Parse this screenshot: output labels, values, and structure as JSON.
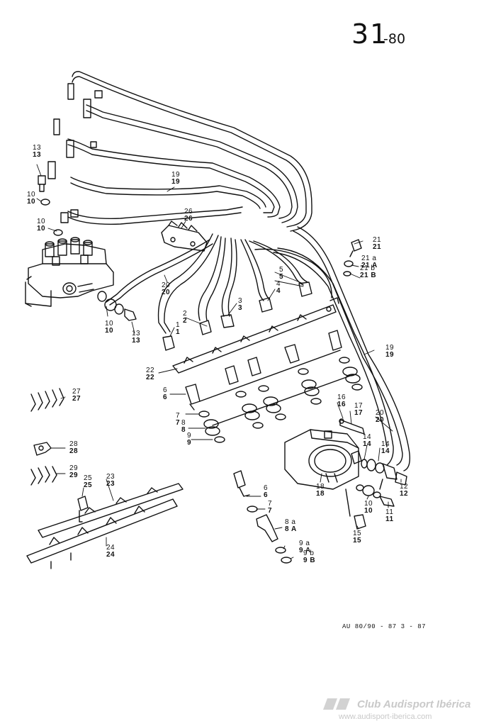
{
  "page": {
    "number": "31",
    "suffix": "-80"
  },
  "reference": "AU 80/90 - 87   3 - 87",
  "watermark": {
    "name": "Club Audisport Ibérica",
    "url": "www.audisport-iberica.com"
  },
  "callouts": [
    {
      "id": "13a",
      "top": "13",
      "bottom": "13"
    },
    {
      "id": "10a",
      "top": "10",
      "bottom": "10"
    },
    {
      "id": "10b",
      "top": "10",
      "bottom": "10"
    },
    {
      "id": "19a",
      "top": "19",
      "bottom": "19"
    },
    {
      "id": "26",
      "top": "26",
      "bottom": "26"
    },
    {
      "id": "20a",
      "top": "20",
      "bottom": "20"
    },
    {
      "id": "10c",
      "top": "10",
      "bottom": "10"
    },
    {
      "id": "13b",
      "top": "13",
      "bottom": "13"
    },
    {
      "id": "1",
      "top": "1",
      "bottom": "1"
    },
    {
      "id": "2",
      "top": "2",
      "bottom": "2"
    },
    {
      "id": "3",
      "top": "3",
      "bottom": "3"
    },
    {
      "id": "4",
      "top": "4",
      "bottom": "4"
    },
    {
      "id": "5",
      "top": "5",
      "bottom": "5"
    },
    {
      "id": "21",
      "top": "21",
      "bottom": "21"
    },
    {
      "id": "21a",
      "top": "21 a",
      "bottom": "21 A"
    },
    {
      "id": "21b",
      "top": "21 b",
      "bottom": "21 B"
    },
    {
      "id": "19b",
      "top": "19",
      "bottom": "19"
    },
    {
      "id": "22",
      "top": "22",
      "bottom": "22"
    },
    {
      "id": "6a",
      "top": "6",
      "bottom": "6"
    },
    {
      "id": "7a",
      "top": "7",
      "bottom": "7"
    },
    {
      "id": "8",
      "top": "8",
      "bottom": "8"
    },
    {
      "id": "9",
      "top": "9",
      "bottom": "9"
    },
    {
      "id": "27",
      "top": "27",
      "bottom": "27"
    },
    {
      "id": "16",
      "top": "16",
      "bottom": "16"
    },
    {
      "id": "17",
      "top": "17",
      "bottom": "17"
    },
    {
      "id": "20b",
      "top": "20",
      "bottom": "20"
    },
    {
      "id": "14a",
      "top": "14",
      "bottom": "14"
    },
    {
      "id": "14b",
      "top": "14",
      "bottom": "14"
    },
    {
      "id": "28",
      "top": "28",
      "bottom": "28"
    },
    {
      "id": "29",
      "top": "29",
      "bottom": "29"
    },
    {
      "id": "25",
      "top": "25",
      "bottom": "25"
    },
    {
      "id": "23",
      "top": "23",
      "bottom": "23"
    },
    {
      "id": "18",
      "top": "18",
      "bottom": "18"
    },
    {
      "id": "12",
      "top": "12",
      "bottom": "12"
    },
    {
      "id": "10d",
      "top": "10",
      "bottom": "10"
    },
    {
      "id": "11",
      "top": "11",
      "bottom": "11"
    },
    {
      "id": "15",
      "top": "15",
      "bottom": "15"
    },
    {
      "id": "6b",
      "top": "6",
      "bottom": "6"
    },
    {
      "id": "7b",
      "top": "7",
      "bottom": "7"
    },
    {
      "id": "8a",
      "top": "8 a",
      "bottom": "8 A"
    },
    {
      "id": "9a",
      "top": "9 a",
      "bottom": "9 A"
    },
    {
      "id": "9b",
      "top": "9 b",
      "bottom": "9 B"
    },
    {
      "id": "24",
      "top": "24",
      "bottom": "24"
    }
  ]
}
